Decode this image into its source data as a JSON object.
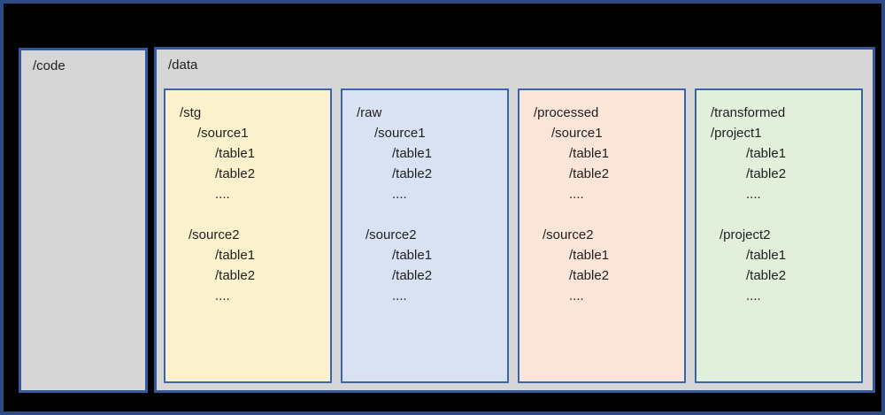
{
  "colors": {
    "canvas_bg": "#000000",
    "outer_border": "#2B4C85",
    "panel_fill": "#D6D6D6",
    "panel_border": "#34589C",
    "folder_border": "#3C64AC",
    "text": "#1F1F1F"
  },
  "code_panel": {
    "label": "/code"
  },
  "data_panel": {
    "label": "/data",
    "folders": [
      {
        "id": "stg",
        "fill": "#FBF1CC",
        "lines": [
          {
            "text": "/stg",
            "indent": 0
          },
          {
            "text": "/source1",
            "indent": 2
          },
          {
            "text": "/table1",
            "indent": 4
          },
          {
            "text": "/table2",
            "indent": 4
          },
          {
            "text": "....",
            "indent": 4
          },
          {
            "text": "",
            "indent": 0
          },
          {
            "text": "/source2",
            "indent": 1
          },
          {
            "text": "/table1",
            "indent": 4
          },
          {
            "text": "/table2",
            "indent": 4
          },
          {
            "text": "....",
            "indent": 4
          }
        ]
      },
      {
        "id": "raw",
        "fill": "#D9E2F3",
        "lines": [
          {
            "text": "/raw",
            "indent": 0
          },
          {
            "text": "/source1",
            "indent": 2
          },
          {
            "text": "/table1",
            "indent": 4
          },
          {
            "text": "/table2",
            "indent": 4
          },
          {
            "text": "....",
            "indent": 4
          },
          {
            "text": "",
            "indent": 0
          },
          {
            "text": "/source2",
            "indent": 1
          },
          {
            "text": "/table1",
            "indent": 4
          },
          {
            "text": "/table2",
            "indent": 4
          },
          {
            "text": "....",
            "indent": 4
          }
        ]
      },
      {
        "id": "processed",
        "fill": "#FBE5D8",
        "lines": [
          {
            "text": "/processed",
            "indent": 0
          },
          {
            "text": "/source1",
            "indent": 2
          },
          {
            "text": "/table1",
            "indent": 4
          },
          {
            "text": "/table2",
            "indent": 4
          },
          {
            "text": "....",
            "indent": 4
          },
          {
            "text": "",
            "indent": 0
          },
          {
            "text": "/source2",
            "indent": 1
          },
          {
            "text": "/table1",
            "indent": 4
          },
          {
            "text": "/table2",
            "indent": 4
          },
          {
            "text": "....",
            "indent": 4
          }
        ]
      },
      {
        "id": "transformed",
        "fill": "#E2EFDB",
        "lines": [
          {
            "text": "/transformed",
            "indent": 0
          },
          {
            "text": "/project1",
            "indent": 0
          },
          {
            "text": "/table1",
            "indent": 4
          },
          {
            "text": "/table2",
            "indent": 4
          },
          {
            "text": "....",
            "indent": 4
          },
          {
            "text": "",
            "indent": 0
          },
          {
            "text": "/project2",
            "indent": 1
          },
          {
            "text": "/table1",
            "indent": 4
          },
          {
            "text": "/table2",
            "indent": 4
          },
          {
            "text": "....",
            "indent": 4
          }
        ]
      }
    ]
  }
}
